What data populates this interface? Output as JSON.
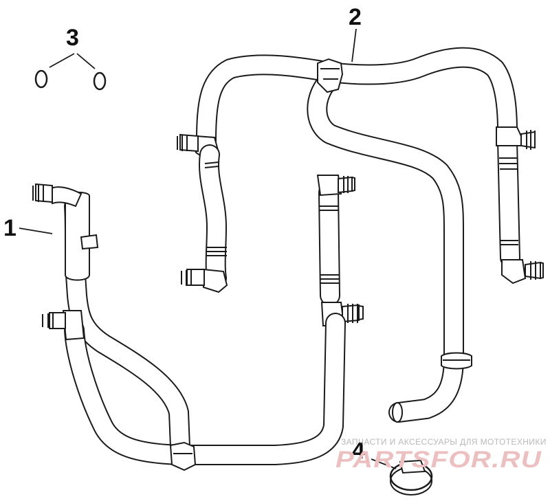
{
  "callouts": {
    "c1": "1",
    "c2": "2",
    "c3": "3",
    "c4": "4"
  },
  "watermark": {
    "tagline": "ЗАПЧАСТИ И АКСЕССУАРЫ ДЛЯ МОТОТЕХНИКИ",
    "logo": "PARTSFOR.RU"
  },
  "colors": {
    "line": "#1a1a1a",
    "watermark_logo": "#ecc0c0",
    "watermark_text": "#b9b9b9"
  }
}
